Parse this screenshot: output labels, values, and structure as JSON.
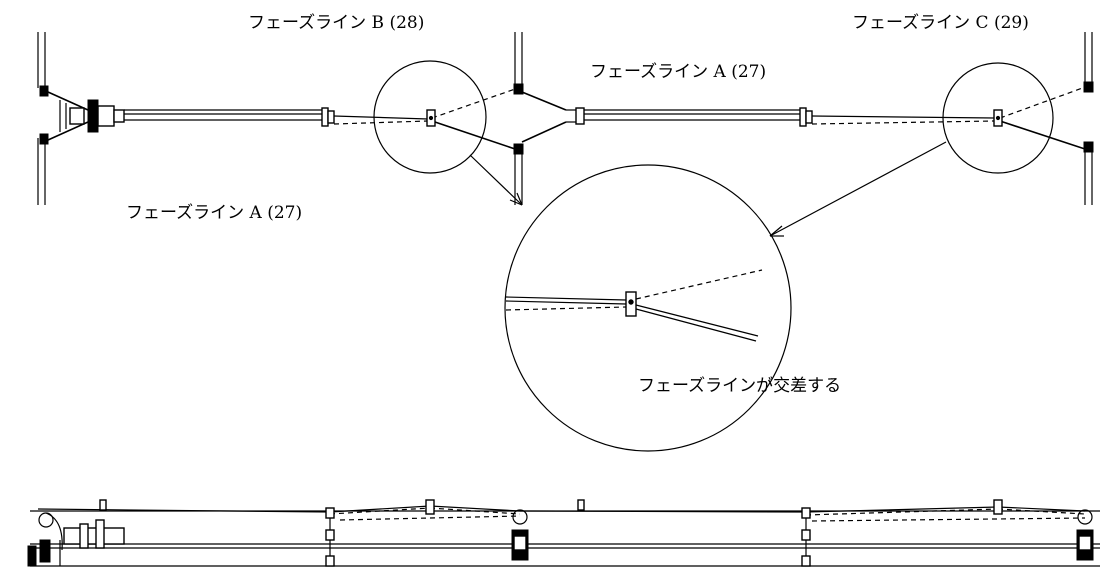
{
  "labels": {
    "phase_line_b": "フェーズライン B (28)",
    "phase_line_c": "フェーズライン C (29)",
    "phase_line_a_top": "フェーズライン A (27)",
    "phase_line_a_left": "フェーズライン A (27)",
    "phase_lines_cross": "フェーズラインが交差する"
  }
}
